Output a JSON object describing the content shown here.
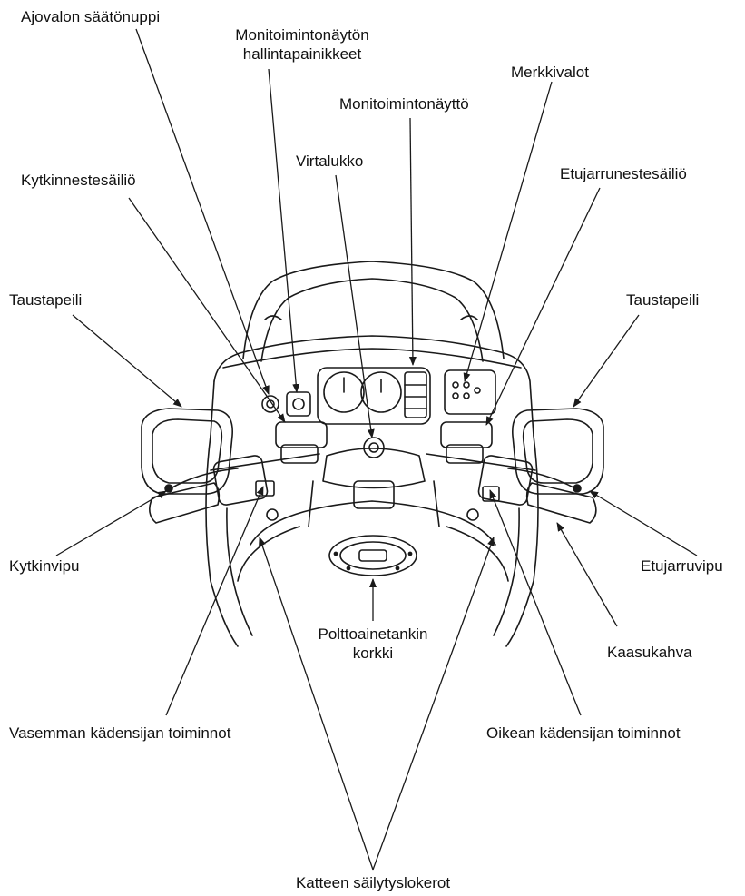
{
  "labels": {
    "headlight_knob": "Ajovalon säätönuppi",
    "display_buttons_l1": "Monitoimintonäytön",
    "display_buttons_l2": "hallintapainikkeet",
    "indicators": "Merkkivalot",
    "display": "Monitoimintonäyttö",
    "clutch_reservoir": "Kytkinnestesäiliö",
    "ignition": "Virtalukko",
    "front_brake_reservoir": "Etujarrunestesäiliö",
    "mirror_left": "Taustapeili",
    "mirror_right": "Taustapeili",
    "clutch_lever": "Kytkinvipu",
    "front_brake_lever": "Etujarruvipu",
    "fuel_cap_l1": "Polttoainetankin",
    "fuel_cap_l2": "korkki",
    "throttle": "Kaasukahva",
    "left_controls": "Vasemman kädensijan toiminnot",
    "right_controls": "Oikean kädensijan toiminnot",
    "storage": "Katteen säilytyslokerot"
  },
  "colors": {
    "line": "#1a1a1a",
    "fill": "#ffffff",
    "shade": "#cfcfcf"
  }
}
